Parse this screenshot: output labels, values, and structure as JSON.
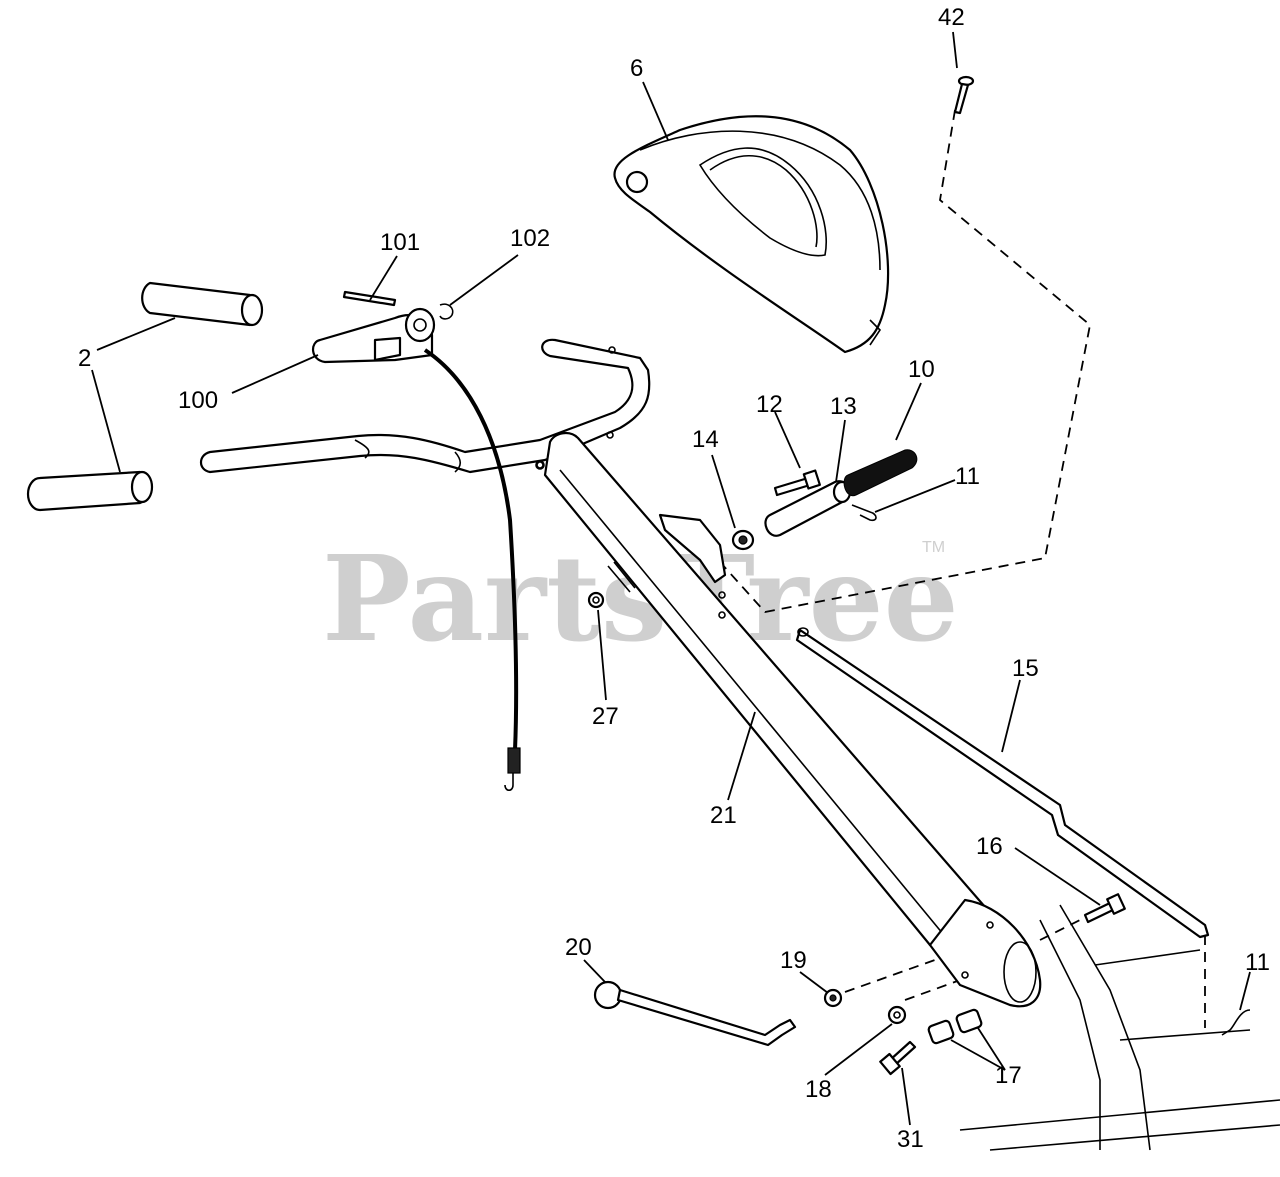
{
  "watermark": {
    "text": "PartsTree",
    "tm": "TM"
  },
  "callouts": [
    {
      "id": "c42",
      "text": "42"
    },
    {
      "id": "c6",
      "text": "6"
    },
    {
      "id": "c101",
      "text": "101"
    },
    {
      "id": "c102",
      "text": "102"
    },
    {
      "id": "c2",
      "text": "2"
    },
    {
      "id": "c100",
      "text": "100"
    },
    {
      "id": "c10",
      "text": "10"
    },
    {
      "id": "c12",
      "text": "12"
    },
    {
      "id": "c13",
      "text": "13"
    },
    {
      "id": "c14",
      "text": "14"
    },
    {
      "id": "c11a",
      "text": "11"
    },
    {
      "id": "c27",
      "text": "27"
    },
    {
      "id": "c15",
      "text": "15"
    },
    {
      "id": "c21",
      "text": "21"
    },
    {
      "id": "c16",
      "text": "16"
    },
    {
      "id": "c20",
      "text": "20"
    },
    {
      "id": "c19",
      "text": "19"
    },
    {
      "id": "c11b",
      "text": "11"
    },
    {
      "id": "c18",
      "text": "18"
    },
    {
      "id": "c17",
      "text": "17"
    },
    {
      "id": "c31",
      "text": "31"
    }
  ]
}
